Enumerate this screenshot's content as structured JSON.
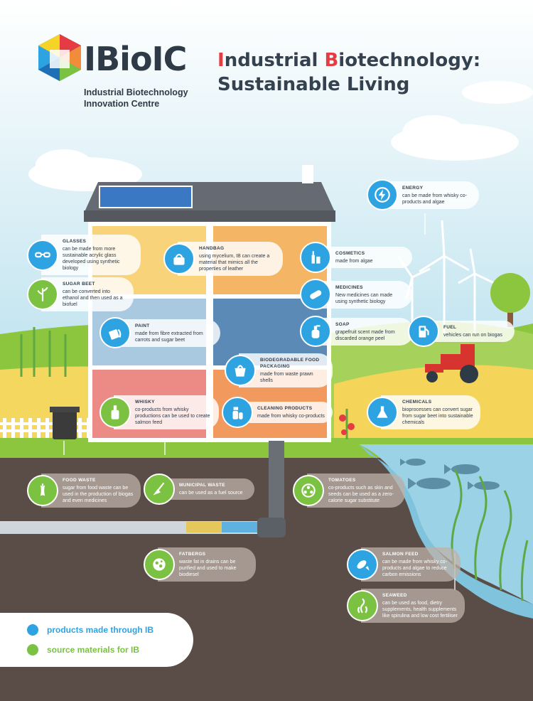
{
  "header": {
    "logo_text": "IBioIC",
    "logo_subtitle": "Industrial Biotechnology Innovation Centre",
    "title_line1_a": "I",
    "title_line1_b": "ndustrial ",
    "title_line1_c": "B",
    "title_line1_d": "iotechnology:",
    "title_line2": "Sustainable Living"
  },
  "colors": {
    "product_blue": "#2ea3e2",
    "source_green": "#7bc142",
    "title_red": "#e53b43",
    "text_dark": "#2f3a47"
  },
  "labels": {
    "energy": {
      "title": "ENERGY",
      "text": "can be made from whisky co-products and algae",
      "icon": "lightning-icon"
    },
    "glasses": {
      "title": "GLASSES",
      "text": "can be made from more sustainable acrylic glass developed using synthetic biology",
      "icon": "glasses-icon"
    },
    "handbag": {
      "title": "HANDBAG",
      "text": "using mycelium, IB can create a material that mimics all the properties of leather",
      "icon": "handbag-icon"
    },
    "cosmetics": {
      "title": "COSMETICS",
      "text": "made from algae",
      "icon": "cosmetics-icon"
    },
    "sugar_beet": {
      "title": "SUGAR BEET",
      "text": "can be converted into ethanol and then used as a biofuel",
      "icon": "sugar-beet-icon"
    },
    "medicines": {
      "title": "MEDICINES",
      "text": "New medicines can made using synthetic biology",
      "icon": "pill-icon"
    },
    "paint": {
      "title": "PAINT",
      "text": "made from fibre extracted from carrots and sugar beet",
      "icon": "paint-can-icon"
    },
    "soap": {
      "title": "SOAP",
      "text": "grapefruit scent made from discarded orange peel",
      "icon": "soap-icon"
    },
    "fuel": {
      "title": "FUEL",
      "text": "vehicles can run on biogas",
      "icon": "fuel-pump-icon"
    },
    "packaging": {
      "title": "BIODEGRADABLE FOOD PACKAGING",
      "text": "made from waste prawn shells",
      "icon": "food-box-icon"
    },
    "whisky": {
      "title": "WHISKY",
      "text": "co-products from whisky productions can be used to create salmon feed",
      "icon": "whisky-bottle-icon"
    },
    "cleaning": {
      "title": "CLEANING PRODUCTS",
      "text": "made from whisky co-products",
      "icon": "spray-bottle-icon"
    },
    "chemicals": {
      "title": "CHEMICALS",
      "text": "bioprocesses can convert sugar from sugar beet into sustainable chemicals",
      "icon": "flask-icon"
    },
    "food_waste": {
      "title": "FOOD WASTE",
      "text": "sugar from food waste can be used in the production of biogas and even medicines",
      "icon": "apple-core-icon"
    },
    "municipal_waste": {
      "title": "MUNICIPAL WASTE",
      "text": "can be used as a fuel source",
      "icon": "broom-icon"
    },
    "tomatoes": {
      "title": "TOMATOES",
      "text": "co-products such as skin and seeds can be used as a zero-calorie sugar substitute",
      "icon": "tomato-slice-icon"
    },
    "fatbergs": {
      "title": "FATBERGS",
      "text": "waste fat in drains can be purified and used to make biodiesel",
      "icon": "fatberg-icon"
    },
    "salmon_feed": {
      "title": "SALMON FEED",
      "text": "can be made from whisky co-products and algae to reduce carbon emissions",
      "icon": "fish-icon"
    },
    "seaweed": {
      "title": "SEAWEED",
      "text": "can be used as food, dietry supplements, health supplements like spirulina and low cost fertiliser",
      "icon": "seaweed-icon"
    }
  },
  "legend": {
    "products": "products made through IB",
    "sources": "source materials for IB"
  }
}
